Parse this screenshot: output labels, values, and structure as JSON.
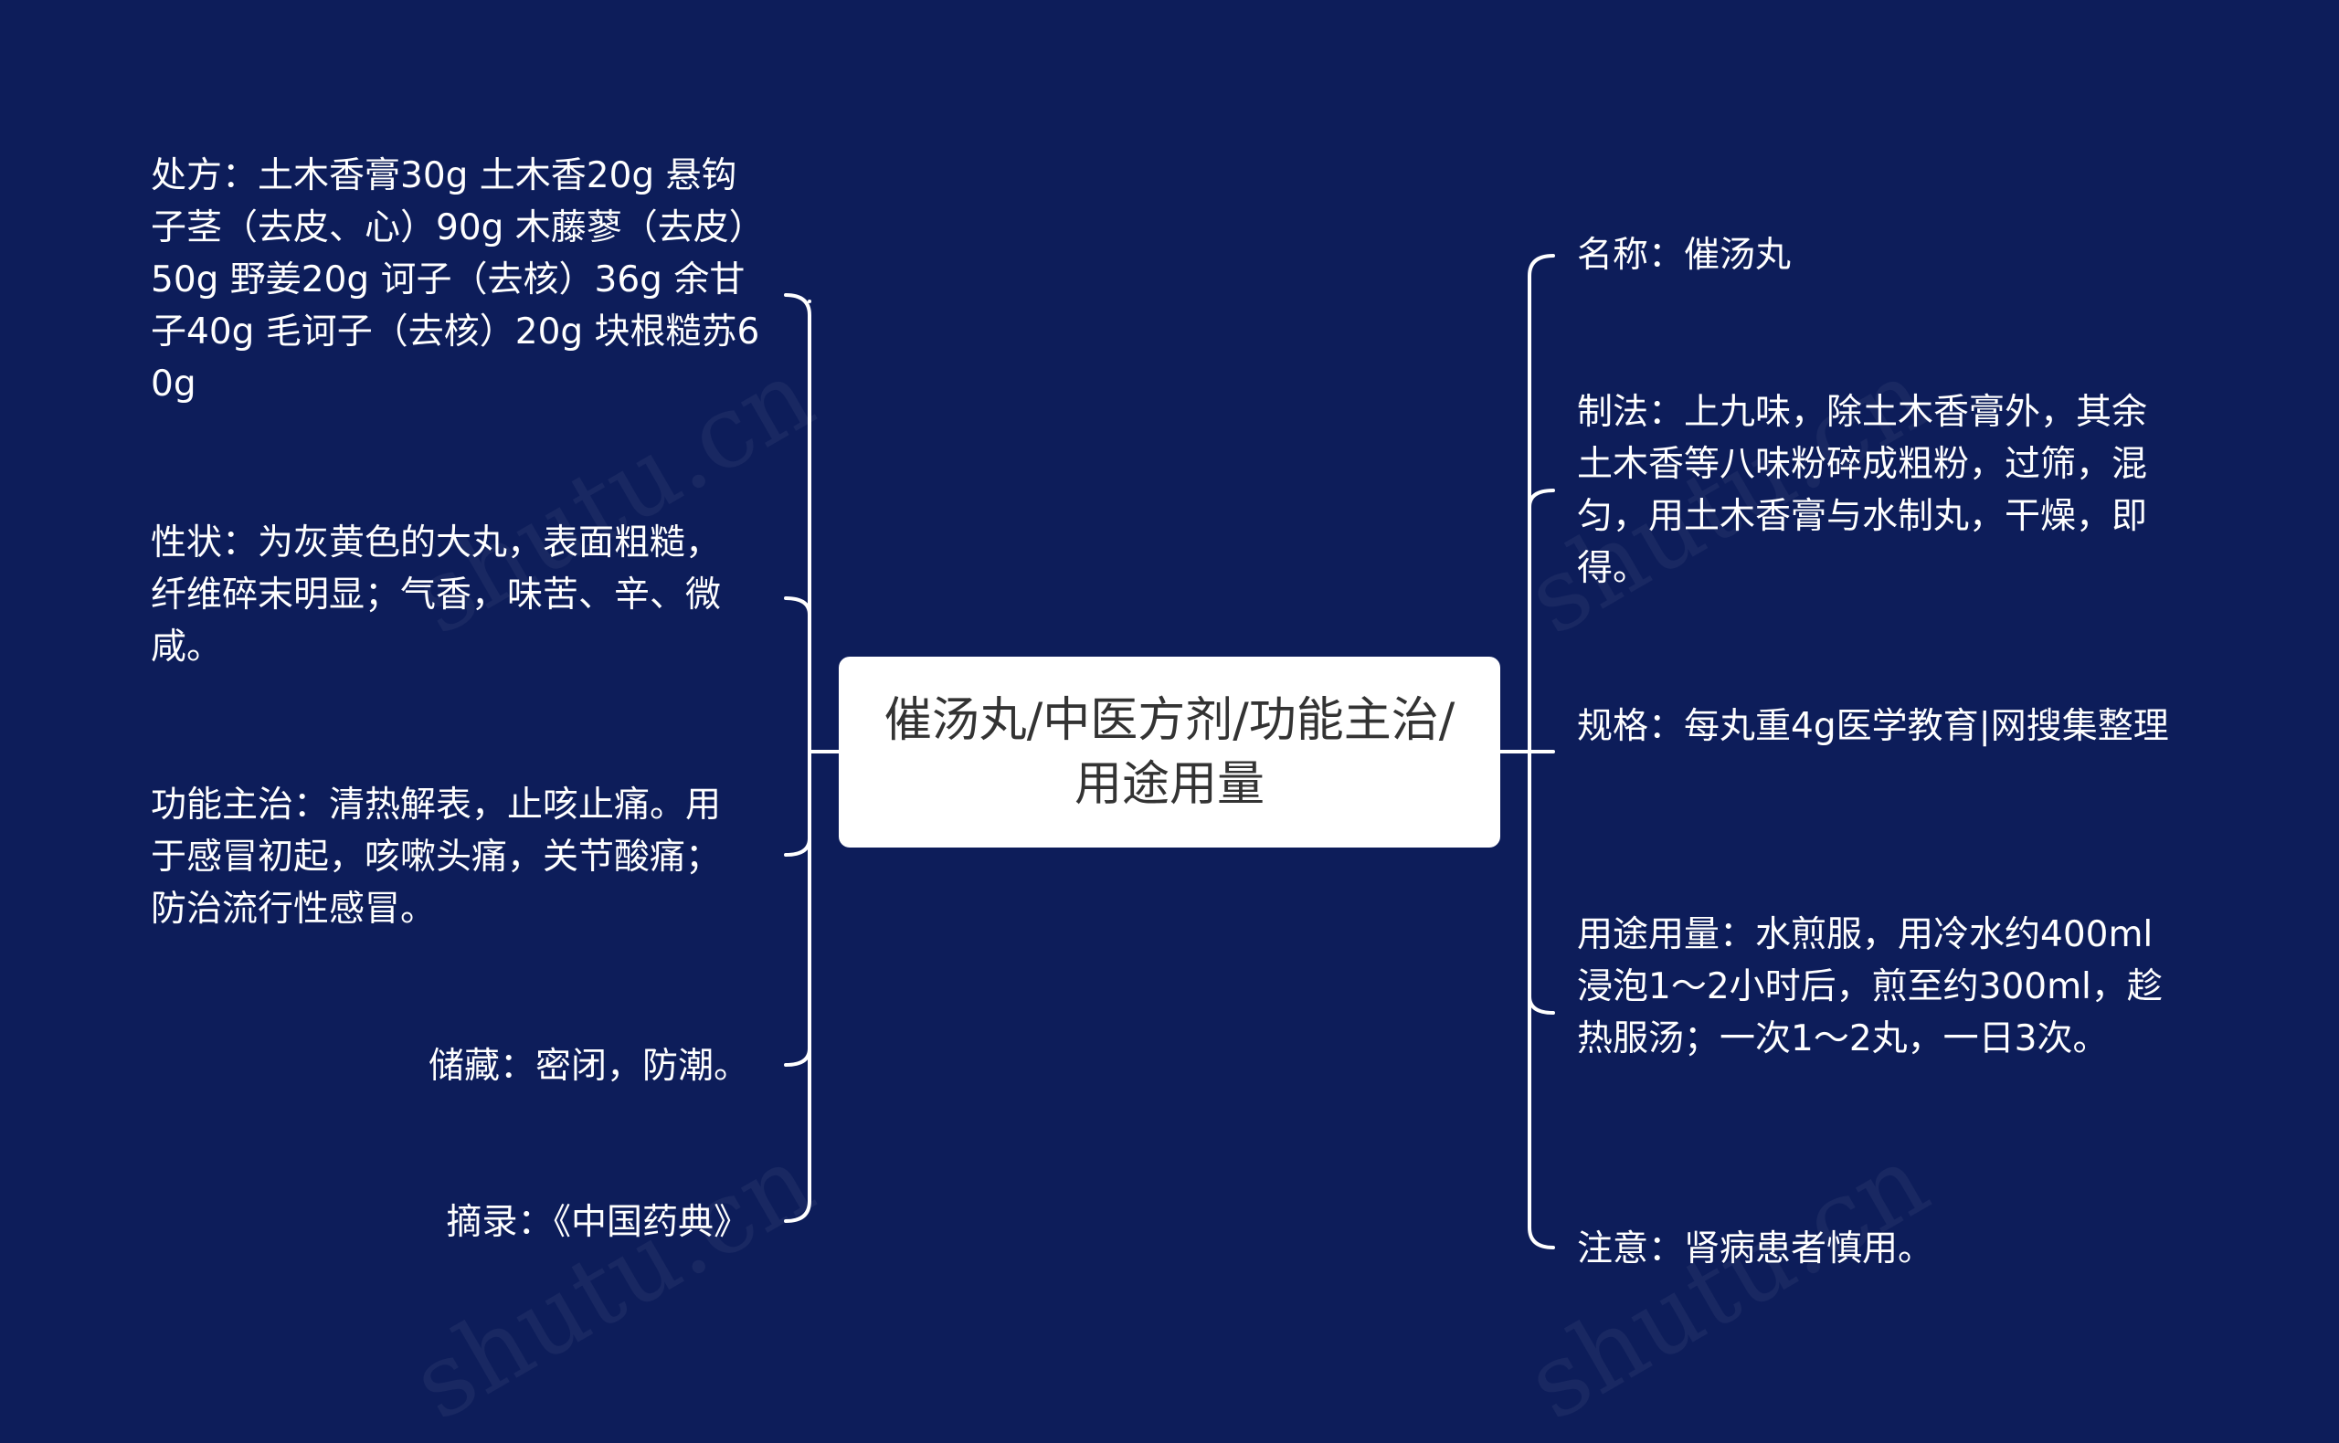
{
  "center": {
    "title": "催汤丸/中医方剂/功能主治/用途用量"
  },
  "left_nodes": {
    "prescription": "处方：土木香膏30g 土木香20g 悬钩子茎（去皮、心）90g 木藤蓼（去皮）50g 野姜20g 诃子（去核）36g 余甘子40g 毛诃子（去核）20g 块根糙苏60g",
    "properties": "性状：为灰黄色的大丸，表面粗糙，纤维碎末明显；气香，味苦、辛、微咸。",
    "functions": "功能主治：清热解表，止咳止痛。用于感冒初起，咳嗽头痛，关节酸痛；防治流行性感冒。",
    "storage": "储藏：密闭，防潮。",
    "source": "摘录：《中国药典》"
  },
  "right_nodes": {
    "name": "名称：催汤丸",
    "preparation": "制法：上九味，除土木香膏外，其余土木香等八味粉碎成粗粉，过筛，混匀，用土木香膏与水制丸，干燥，即得。",
    "specification": "规格：每丸重4g医学教育|网搜集整理",
    "usage": "用途用量：水煎服，用冷水约400ml浸泡1～2小时后，煎至约300ml，趁热服汤；一次1～2丸，一日3次。",
    "caution": "注意：肾病患者慎用。"
  },
  "colors": {
    "background": "#0d1d5a",
    "center_fill": "#ffffff",
    "center_text": "#333333",
    "node_text": "#ffffff",
    "connector": "#ffffff"
  },
  "watermark": {
    "text": "shutu.cn"
  }
}
